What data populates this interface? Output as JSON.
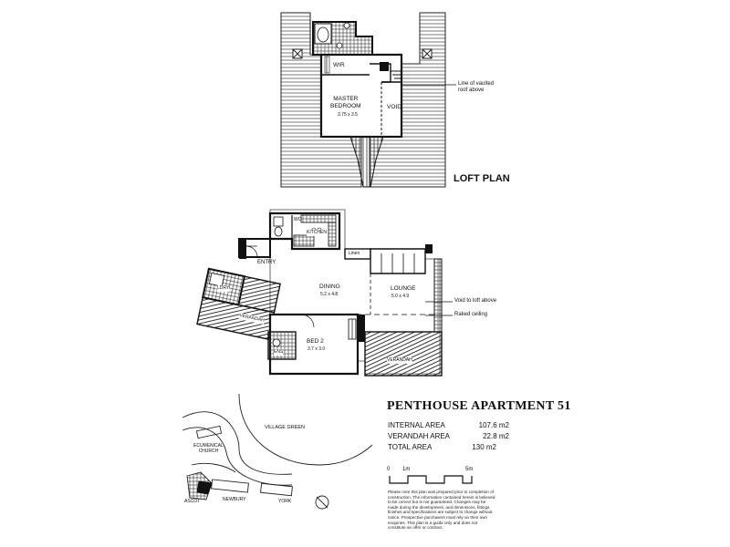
{
  "loft_plan": {
    "heading": "LOFT PLAN",
    "rooms": {
      "wir": "WIR",
      "master_bedroom": "MASTER\nBEDROOM",
      "master_size": "3.75 x 3.5",
      "void": "VOID"
    },
    "callout": "Line of vaulted\nroof above"
  },
  "floor_plan": {
    "rooms": {
      "wc": "WC",
      "kitchen": "KITCHEN",
      "linen": "Linen",
      "entry": "ENTRY",
      "dining": "DINING",
      "dining_size": "5.2 x 4.8",
      "lounge": "LOUNGE",
      "lounge_size": "5.0 x 4.9",
      "laundry": "LDRY",
      "verandah_west": "VERANDAH",
      "bed2": "BED 2",
      "bed2_size": "3.7 x 3.0",
      "ensuite": "ENS",
      "verandah_south": "VERANDAH"
    },
    "callouts": {
      "void_to_loft": "Void to loft above",
      "raked_ceiling": "Raked ceiling"
    }
  },
  "site_plan": {
    "labels": {
      "village_green": "VILLAGE GREEN",
      "church": "ECUMENICAL\nCHURCH",
      "ascot": "ASCOT",
      "newbury": "NEWBURY",
      "york": "YORK"
    }
  },
  "apartment": {
    "title": "PENTHOUSE APARTMENT 51",
    "areas": [
      {
        "label": "INTERNAL AREA",
        "value": "107.6 m2"
      },
      {
        "label": "VERANDAH AREA",
        "value": "22.8 m2"
      },
      {
        "label": "TOTAL AREA",
        "value": "130 m2"
      }
    ],
    "scale": {
      "zero": "0",
      "one": "1m",
      "five": "5m"
    },
    "disclaimer": "Please note this plan was prepared prior to completion of construction. The information contained herein is believed to be correct but is not guaranteed. Changes may be made during the development, and dimensions, fittings, finishes and specifications are subject to change without notice. Prospective purchasers must rely on their own enquiries. This plan is a guide only and does not constitute an offer or contract."
  }
}
